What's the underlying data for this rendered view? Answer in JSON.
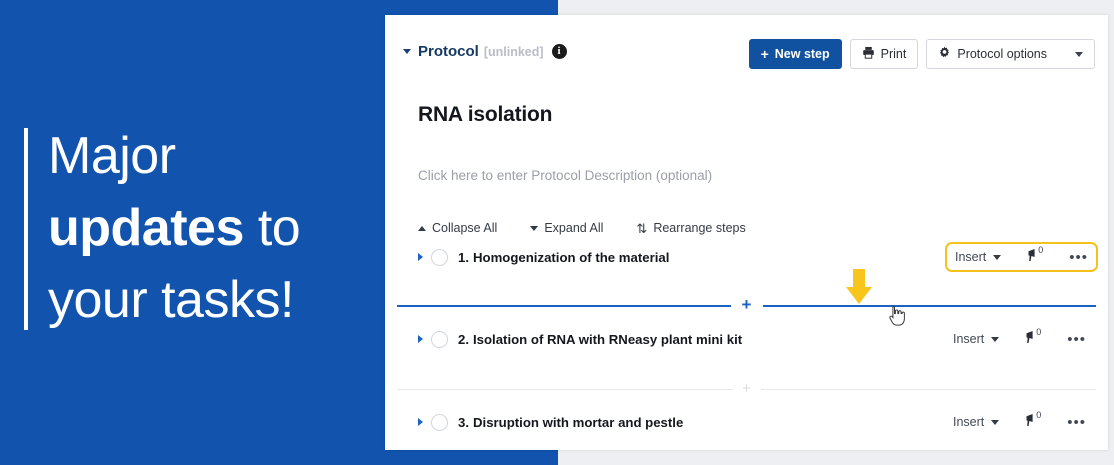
{
  "promo": {
    "line1": "Major",
    "line2_bold": "updates",
    "line2_rest": " to",
    "line3": "your tasks!",
    "accent_color": "#ffffff",
    "background_color": "#1153ad"
  },
  "app": {
    "header": {
      "section_label": "Protocol",
      "section_state": "[unlinked]",
      "info_glyph": "i",
      "buttons": {
        "new_step": {
          "label": "New step",
          "plus": "+"
        },
        "print": {
          "label": "Print"
        },
        "protocol_options": {
          "label": "Protocol options"
        }
      }
    },
    "protocol": {
      "name": "RNA isolation",
      "description_placeholder": "Click here to enter Protocol Description (optional)"
    },
    "steps_toolbar": {
      "collapse_all": "Collapse All",
      "expand_all": "Expand All",
      "rearrange": "Rearrange steps",
      "rearrange_glyph": "⇅"
    },
    "step_actions": {
      "insert_label": "Insert",
      "comment_count": "0",
      "more_glyph": "•••"
    },
    "steps": [
      {
        "number": "1.",
        "title": "Homogenization of the material",
        "highlighted_actions": true
      },
      {
        "number": "2.",
        "title": "Isolation of RNA with RNeasy plant mini kit",
        "highlighted_actions": false
      },
      {
        "number": "3.",
        "title": "Disruption with mortar and pestle",
        "highlighted_actions": false
      }
    ],
    "dividers": {
      "active_plus": "+",
      "idle_plus": "+"
    },
    "colors": {
      "primary_blue": "#10529f",
      "divider_blue": "#1b62c4",
      "highlight_yellow": "#f5c21b",
      "arrow_yellow": "#f8c51c"
    }
  }
}
